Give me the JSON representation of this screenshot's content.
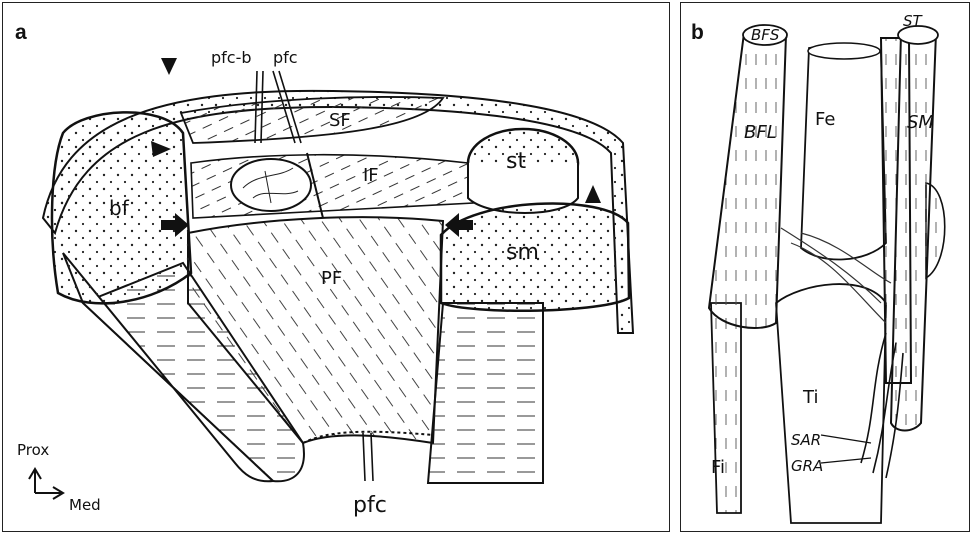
{
  "panel_a": {
    "letter": "a",
    "labels": {
      "pfc_b": "pfc-b",
      "pfc_top": "pfc",
      "sf": "SF",
      "if": "IF",
      "st": "st",
      "bf": "bf",
      "sm": "sm",
      "pf": "PF",
      "pfc_bottom": "pfc"
    },
    "orientation": {
      "prox": "Prox",
      "med": "Med"
    }
  },
  "panel_b": {
    "letter": "b",
    "labels": {
      "bfs": "BFS",
      "st": "ST",
      "bfl": "BFL",
      "fe": "Fe",
      "sm": "SM",
      "ti": "Ti",
      "sar": "SAR",
      "gra": "GRA",
      "fi": "Fi"
    }
  }
}
